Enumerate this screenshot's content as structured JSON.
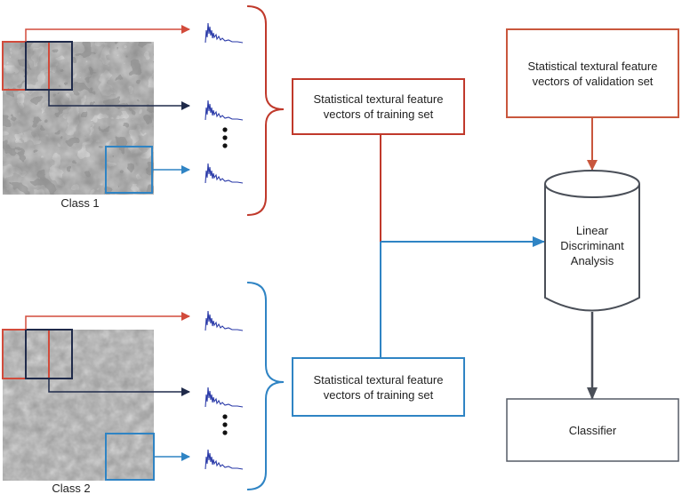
{
  "class1_label": "Class 1",
  "class2_label": "Class 2",
  "training_box_top": {
    "line1": "Statistical textural feature",
    "line2": "vectors of training set"
  },
  "training_box_bottom": {
    "line1": "Statistical textural feature",
    "line2": "vectors of training set"
  },
  "validation_box": {
    "line1": "Statistical textural feature",
    "line2": "vectors of validation set"
  },
  "lda": {
    "line1": "Linear",
    "line2": "Discriminant",
    "line3": "Analysis"
  },
  "classifier_label": "Classifier",
  "colors": {
    "red": "#d24b3b",
    "navy": "#1f2a4a",
    "blue": "#2f84c4",
    "spectrum": "#2a3aa8",
    "gray": "#555b66"
  }
}
